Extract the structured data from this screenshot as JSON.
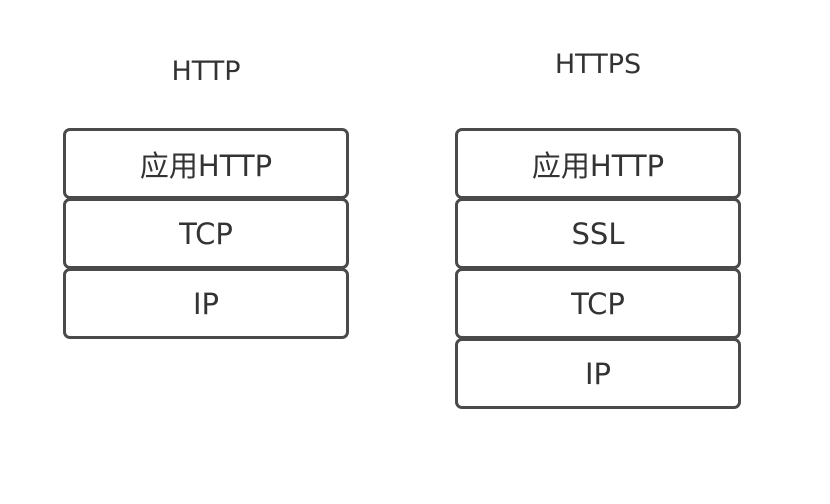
{
  "http": {
    "title": "HTTP",
    "layers": [
      "应用HTTP",
      "TCP",
      "IP"
    ]
  },
  "https": {
    "title": "HTTPS",
    "layers": [
      "应用HTTP",
      "SSL",
      "TCP",
      "IP"
    ]
  }
}
